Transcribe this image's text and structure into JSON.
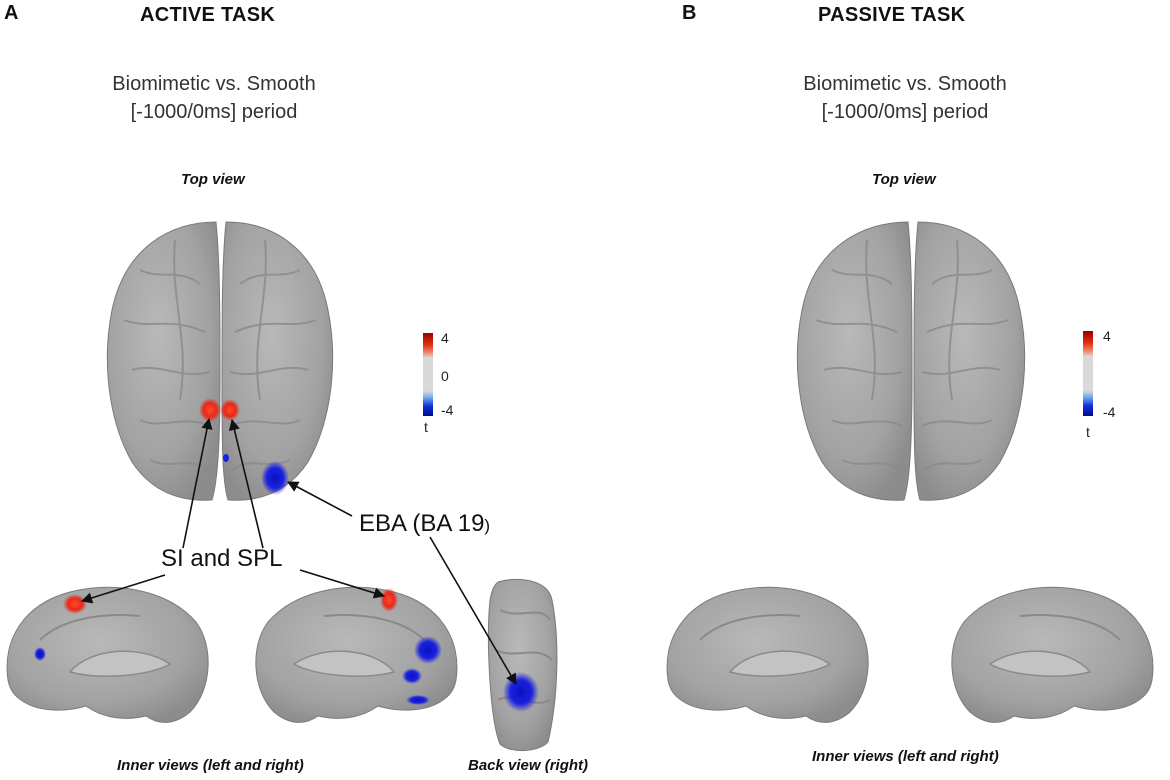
{
  "panels": {
    "a": {
      "letter": "A",
      "title": "ACTIVE TASK",
      "subtitle_line1": "Biomimetic vs. Smooth",
      "subtitle_line2": "[-1000/0ms] period",
      "top_view_label": "Top view",
      "inner_views_label": "Inner views (left and right)",
      "back_view_label": "Back view (right)"
    },
    "b": {
      "letter": "B",
      "title": "PASSIVE TASK",
      "subtitle_line1": "Biomimetic vs. Smooth",
      "subtitle_line2": "[-1000/0ms] period",
      "top_view_label": "Top view",
      "inner_views_label": "Inner views (left and right)"
    }
  },
  "colorbar": {
    "max_label": "4",
    "zero_label": "0",
    "min_label": "-4",
    "unit_label": "t",
    "colors": {
      "positive": "#cc2200",
      "neutral": "#d9d9d9",
      "negative": "#0018c8"
    }
  },
  "annotations": {
    "si_spl": "SI and SPL",
    "eba_main": "EBA (BA 19",
    "eba_close": ")"
  },
  "colors": {
    "brain": "#a7a7a7",
    "activation_red": "#e8281a",
    "activation_blue": "#1a22e0"
  }
}
